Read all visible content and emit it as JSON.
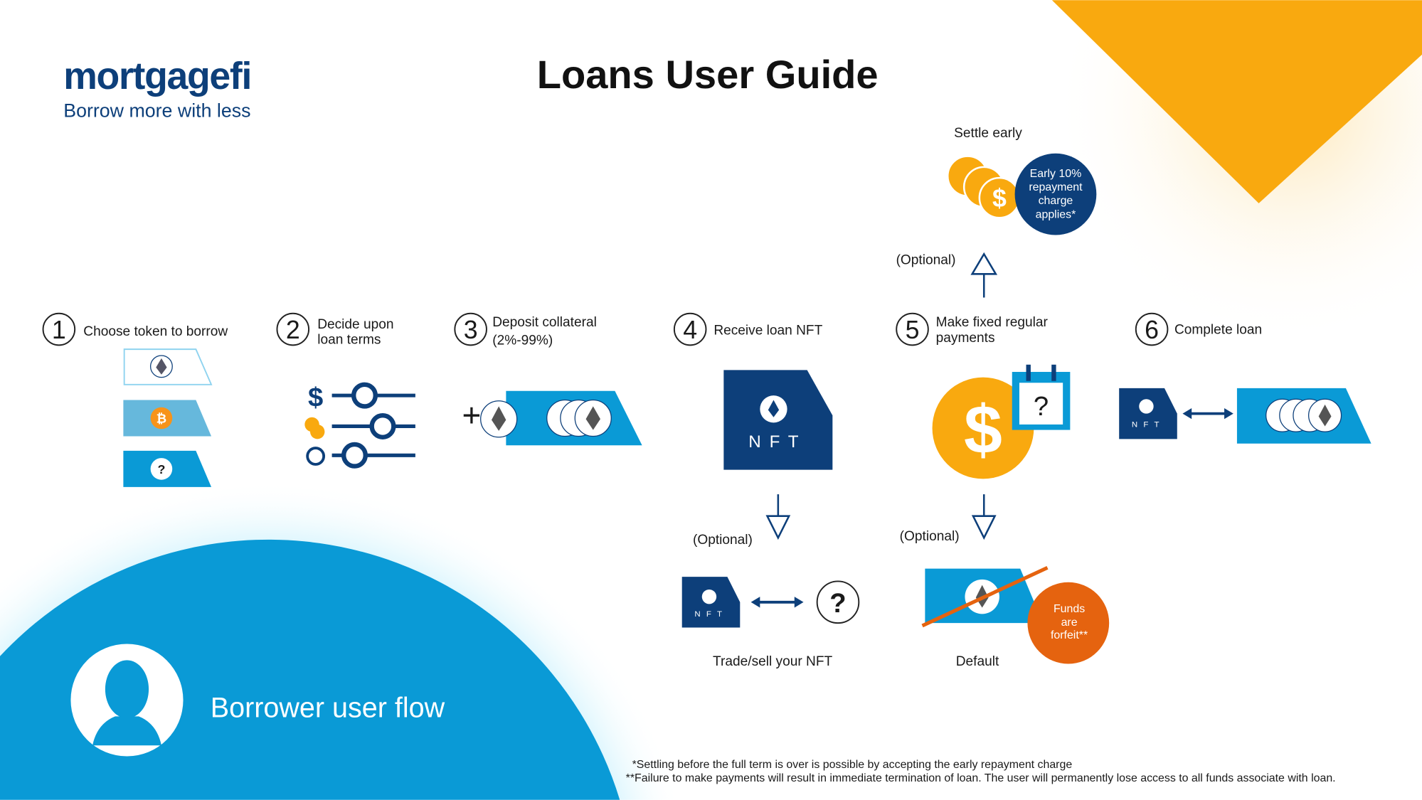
{
  "brand": {
    "logo_text": "mortgagefi",
    "tagline": "Borrow more with less"
  },
  "title": "Loans User Guide",
  "steps": [
    {
      "number": "1",
      "label": "Choose token to borrow"
    },
    {
      "number": "2",
      "label_line1": "Decide upon",
      "label_line2": "loan terms"
    },
    {
      "number": "3",
      "label_line1": "Deposit collateral",
      "label_line2": "(2%-99%)"
    },
    {
      "number": "4",
      "label": "Receive loan NFT"
    },
    {
      "number": "5",
      "label_line1": "Make fixed regular",
      "label_line2": "payments"
    },
    {
      "number": "6",
      "label": "Complete loan"
    }
  ],
  "settle": {
    "label": "Settle early",
    "badge_lines": [
      "Early 10%",
      "repayment",
      "charge",
      "applies*"
    ],
    "optional": "(Optional)"
  },
  "trade": {
    "optional": "(Optional)",
    "label": "Trade/sell your NFT"
  },
  "default": {
    "optional": "(Optional)",
    "label": "Default",
    "badge_lines": [
      "Funds",
      "are",
      "forfeit**"
    ]
  },
  "nft_text": "N F T",
  "question_mark": "?",
  "borrower": {
    "label": "Borrower user flow"
  },
  "footnotes": [
    "*Settling before the full term is over is possible by accepting the early repayment charge",
    "**Failure to make payments will result in immediate termination of loan. The user will permanently lose access to all funds associate with loan."
  ],
  "colors": {
    "navy": "#0d3f7a",
    "blue": "#0a9ad6",
    "orange": "#f9a90f",
    "red_orange": "#e5630f"
  }
}
